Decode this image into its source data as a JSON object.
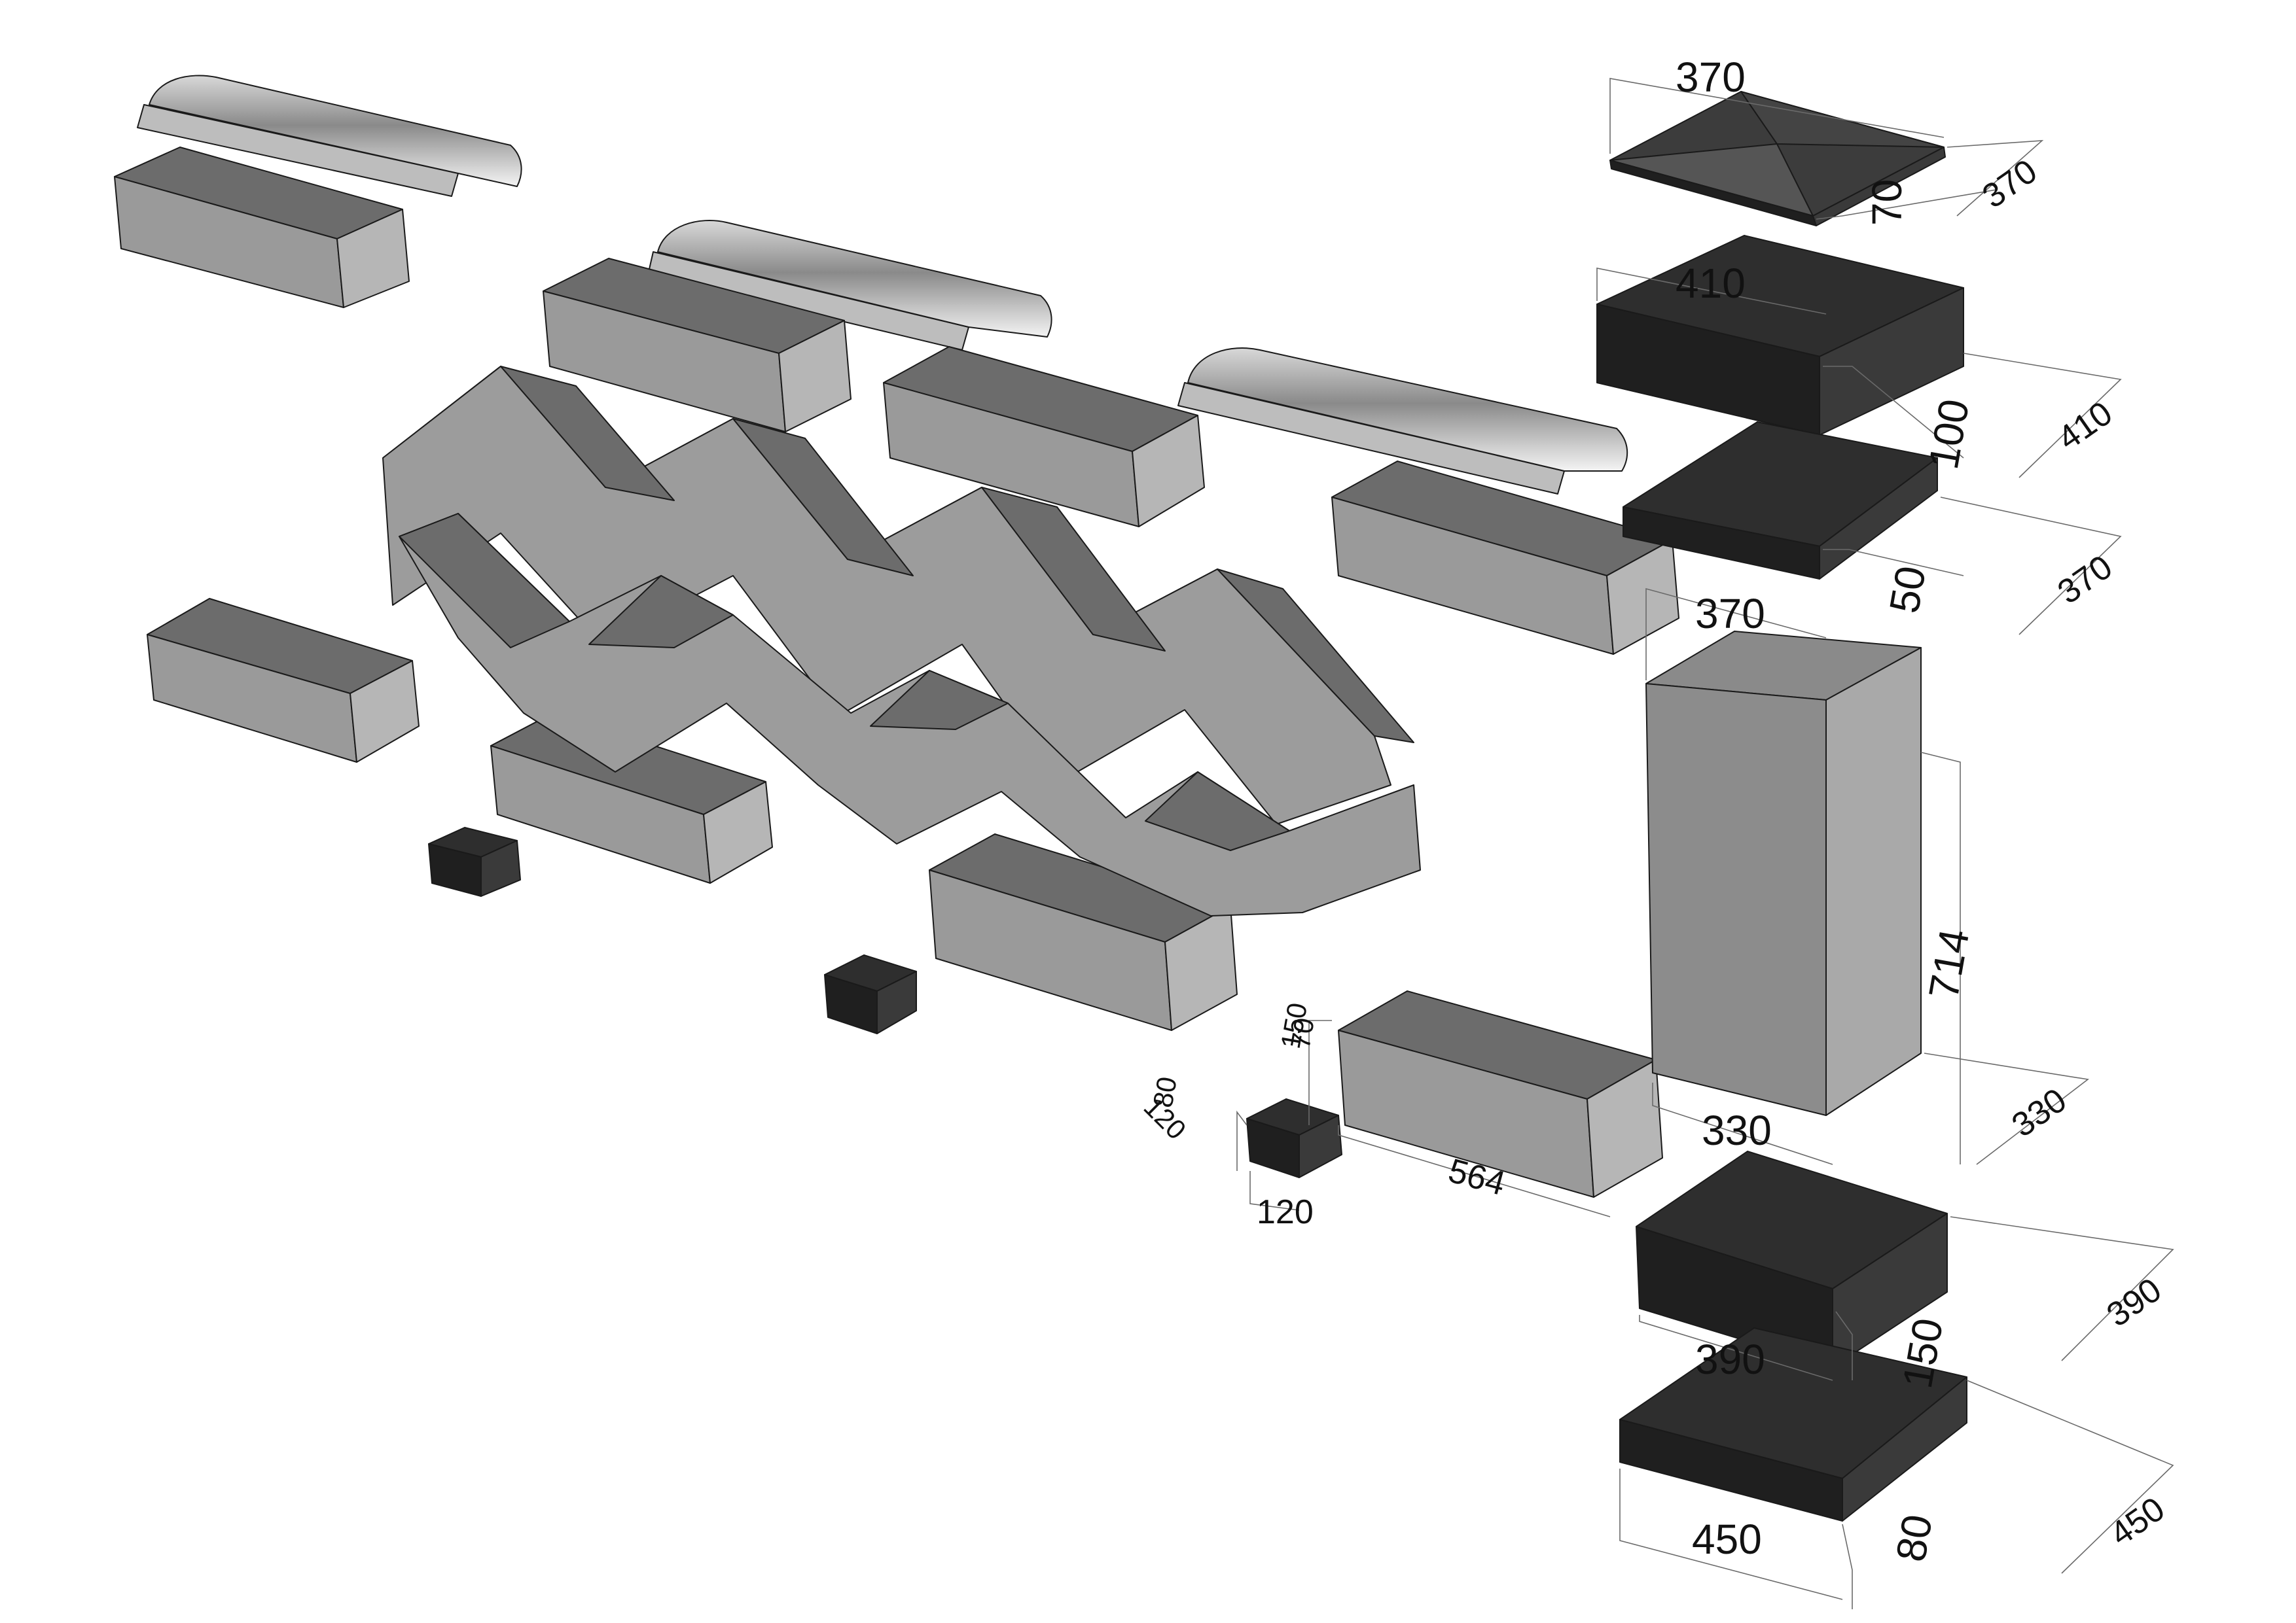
{
  "diagram": {
    "colors": {
      "light_top": "#6c6c6c",
      "light_front": "#9a9a9a",
      "light_side": "#b6b6b6",
      "dark_top": "#2e2e2e",
      "dark_front": "#1f1f1f",
      "dark_side": "#3a3a3a",
      "dimension_line": "#6a6a6a"
    },
    "dimensions": {
      "cap_width": "370",
      "cap_height": "70",
      "cap_depth": "370",
      "top_slab_width": "410",
      "top_slab_height": "100",
      "top_slab_depth": "410",
      "mid_slab_height": "50",
      "mid_slab_depth": "370",
      "pillar_width": "370",
      "pillar_height": "714",
      "pillar_depth": "330",
      "base_slab_width": "330",
      "base_slab_depth": "390",
      "base_slab_height": "150",
      "plinth_inner": "390",
      "plinth_width": "450",
      "plinth_height": "80",
      "plinth_depth": "450",
      "beam_length": "564",
      "beam_height_a": "150",
      "beam_height_b": "70",
      "block_height_a": "120",
      "block_height_b": "80",
      "block_width": "120"
    }
  }
}
